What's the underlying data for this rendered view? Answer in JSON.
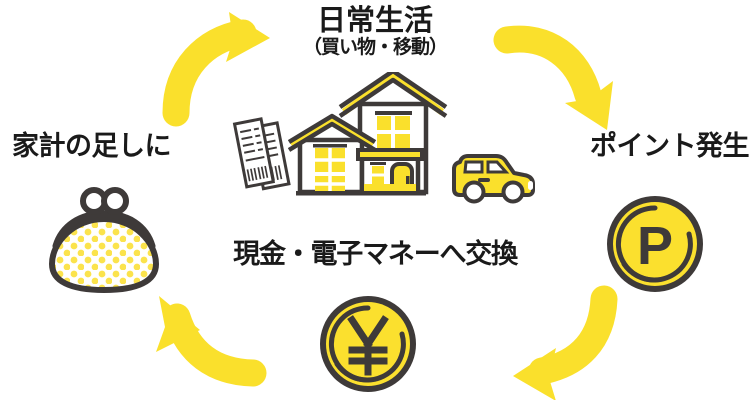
{
  "diagram": {
    "type": "cycle",
    "accent_yellow": "#FAE02C",
    "coin_yellow": "#FBE02E",
    "outline_dark": "#3E3A39",
    "text_color": "#1A1A1A",
    "background": "#FFFFFF",
    "stage_count": 4,
    "stages": [
      {
        "position": "top",
        "label": "日常生活",
        "sublabel": "（買い物・移動）",
        "icons": [
          "house-icon",
          "receipt-icon",
          "car-icon"
        ]
      },
      {
        "position": "right",
        "label": "ポイント発生",
        "sublabel": "",
        "icons": [
          "point-coin-icon"
        ],
        "coin_glyph": "P"
      },
      {
        "position": "bottom",
        "label": "現金・電子マネーへ交換",
        "sublabel": "",
        "icons": [
          "yen-coin-icon"
        ],
        "coin_glyph": "¥"
      },
      {
        "position": "left",
        "label": "家計の足しに",
        "sublabel": "",
        "icons": [
          "coin-purse-icon"
        ]
      }
    ],
    "arrows": [
      {
        "name": "arrow-left-to-top",
        "direction": "up-right"
      },
      {
        "name": "arrow-top-to-right",
        "direction": "down-right"
      },
      {
        "name": "arrow-right-to-bottom",
        "direction": "left"
      },
      {
        "name": "arrow-bottom-to-left",
        "direction": "up-left"
      }
    ]
  }
}
